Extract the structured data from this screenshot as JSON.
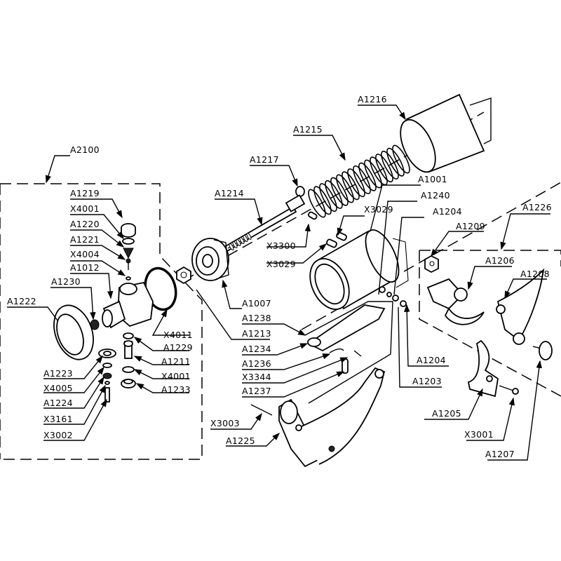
{
  "diagram": {
    "type": "exploded parts diagram",
    "labels": {
      "A2100": "A2100",
      "A1219": "A1219",
      "X4001_top": "X4001",
      "A1220": "A1220",
      "A1221": "A1221",
      "X4004": "X4004",
      "A1012": "A1012",
      "A1230": "A1230",
      "A1222": "A1222",
      "X4011": "X4011",
      "A1229": "A1229",
      "A1211": "A1211",
      "X4001_bottom": "X4001",
      "A1233": "A1233",
      "A1223": "A1223",
      "X4005": "X4005",
      "A1224": "A1224",
      "X3161": "X3161",
      "X3002": "X3002",
      "A1216": "A1216",
      "A1215": "A1215",
      "A1217": "A1217",
      "A1214": "A1214",
      "X3300": "X3300",
      "X3029_top": "X3029",
      "X3029_bottom": "X3029",
      "A1001": "A1001",
      "A1240": "A1240",
      "A1204_top": "A1204",
      "A1209": "A1209",
      "A1226": "A1226",
      "A1206": "A1206",
      "A1208": "A1208",
      "A1007": "A1007",
      "A1238": "A1238",
      "A1213": "A1213",
      "A1234": "A1234",
      "A1236": "A1236",
      "X3344": "X3344",
      "A1237": "A1237",
      "X3003": "X3003",
      "A1225": "A1225",
      "A1204_bottom": "A1204",
      "A1203": "A1203",
      "A1205": "A1205",
      "X3001": "X3001",
      "A1207": "A1207"
    }
  }
}
